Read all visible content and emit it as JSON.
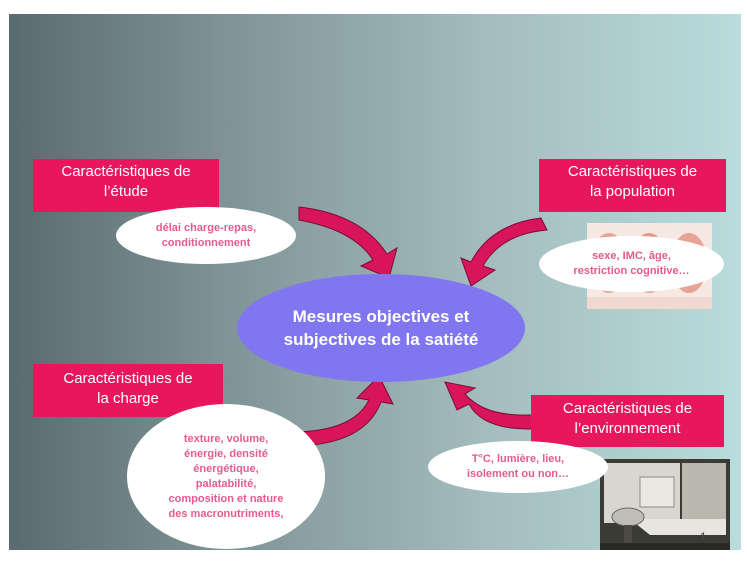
{
  "center": {
    "line1": "Mesures objectives et",
    "line2": "subjectives de la satiété"
  },
  "etude": {
    "title_line1": "Caractéristiques de",
    "title_line2": "l’étude",
    "detail_line1": "délai charge-repas,",
    "detail_line2": "conditionnement"
  },
  "population": {
    "title_line1": "Caractéristiques de",
    "title_line2": "la population",
    "detail_line1": "sexe, IMC, âge,",
    "detail_line2": "restriction cognitive…"
  },
  "charge": {
    "title_line1": "Caractéristiques de",
    "title_line2": "la charge",
    "detail_lines": [
      "texture, volume,",
      "énergie, densité",
      "énergétique,",
      "palatabilité,",
      "composition et nature",
      "des macronutriments,"
    ]
  },
  "environnement": {
    "title_line1": "Caractéristiques de",
    "title_line2": "l’environnement",
    "detail_line1": "T°C, lumière, lieu,",
    "detail_line2": "isolement ou non…"
  },
  "page_number": "1",
  "colors": {
    "box_fill": "#e8175d",
    "detail_text": "#e55b8f",
    "center_fill": "#7f76f0",
    "arrow_fill": "#d8145a"
  }
}
